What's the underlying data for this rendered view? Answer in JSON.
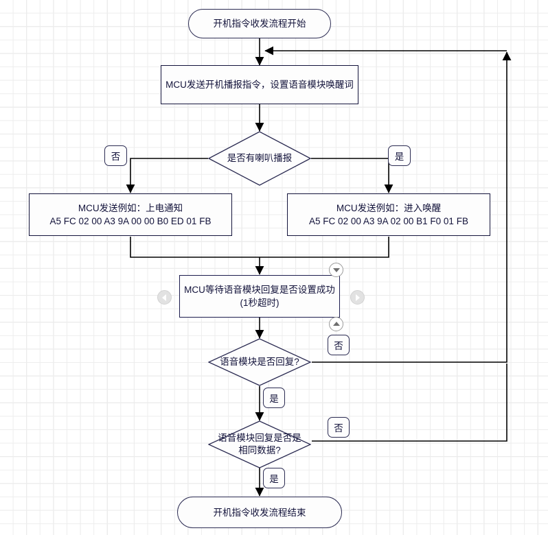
{
  "diagram": {
    "title": "开机指令收发流程",
    "accent_color": "#12123a",
    "line_color": "#000000",
    "grid_color": "#ededed",
    "background": "#ffffff"
  },
  "nodes": {
    "start": {
      "label": "开机指令收发流程开始",
      "shape": "terminator"
    },
    "send_boot_cmd": {
      "label": "MCU发送开机播报指令，设置语音模块唤醒词",
      "shape": "process"
    },
    "has_speaker_decision": {
      "label": "是否有喇叭播报",
      "shape": "decision"
    },
    "power_on_notice": {
      "line1": "MCU发送例如：上电通知",
      "line2": "A5 FC 02 00 A3 9A 00 00 B0 ED 01 FB",
      "shape": "process"
    },
    "enter_wakeup": {
      "line1": "MCU发送例如：进入唤醒",
      "line2": "A5 FC 02 00 A3 9A 02 00 B1 F0 01 FB",
      "shape": "process"
    },
    "wait_reply": {
      "line1": "MCU等待语音模块回复是否设置成功",
      "line2": "(1秒超时)",
      "shape": "process",
      "selected": true
    },
    "module_replied_decision": {
      "label": "语音模块是否回复?",
      "shape": "decision"
    },
    "same_data_decision": {
      "line1": "语音模块回复是否是",
      "line2": "相同数据?",
      "shape": "decision"
    },
    "end": {
      "label": "开机指令收发流程结束",
      "shape": "terminator"
    }
  },
  "edge_labels": {
    "no_speaker": "否",
    "yes_speaker": "是",
    "no_reply": "否",
    "yes_reply": "是",
    "no_same_data": "否",
    "yes_same_data": "是"
  },
  "selection_handles": {
    "top": {
      "icon": "triangle-down-icon",
      "state": "active"
    },
    "bottom": {
      "icon": "triangle-up-icon",
      "state": "active"
    },
    "left": {
      "icon": "triangle-left-icon",
      "state": "inactive"
    },
    "right": {
      "icon": "triangle-right-icon",
      "state": "inactive"
    }
  }
}
